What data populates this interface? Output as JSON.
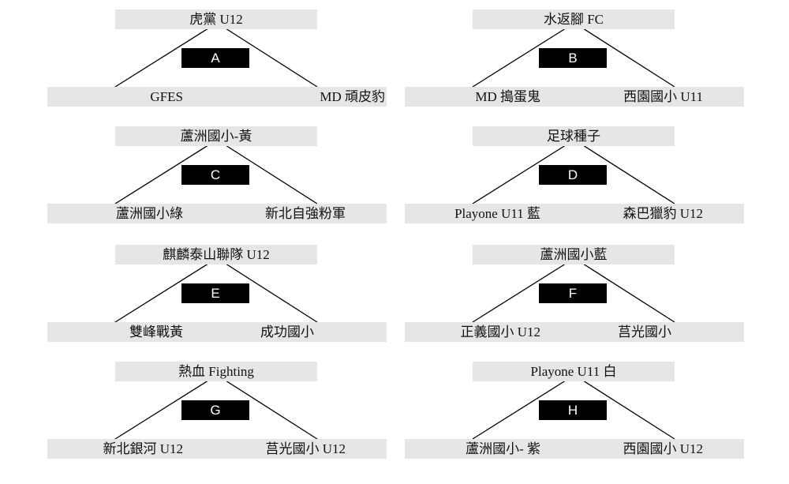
{
  "groups": [
    {
      "letter": "A",
      "top": "虎黨 U12",
      "left": "GFES",
      "right": "MD  頑皮豹"
    },
    {
      "letter": "B",
      "top": "水返腳 FC",
      "left": "MD  搗蛋鬼",
      "right": "西園國小 U11"
    },
    {
      "letter": "C",
      "top": "蘆洲國小-黃",
      "left": "蘆洲國小綠",
      "right": "新北自強粉軍"
    },
    {
      "letter": "D",
      "top": "足球種子",
      "left": "Playone U11  藍",
      "right": "森巴獵豹 U12"
    },
    {
      "letter": "E",
      "top": "麒麟泰山聯隊 U12",
      "left": "雙峰戰黃",
      "right": "成功國小"
    },
    {
      "letter": "F",
      "top": "蘆洲國小藍",
      "left": "正義國小  U12",
      "right": "莒光國小"
    },
    {
      "letter": "G",
      "top": "熱血 Fighting",
      "left": "新北銀河 U12",
      "right": "莒光國小 U12"
    },
    {
      "letter": "H",
      "top": "Playone U11  白",
      "left": "蘆洲國小-  紫",
      "right": "西園國小 U12"
    }
  ]
}
